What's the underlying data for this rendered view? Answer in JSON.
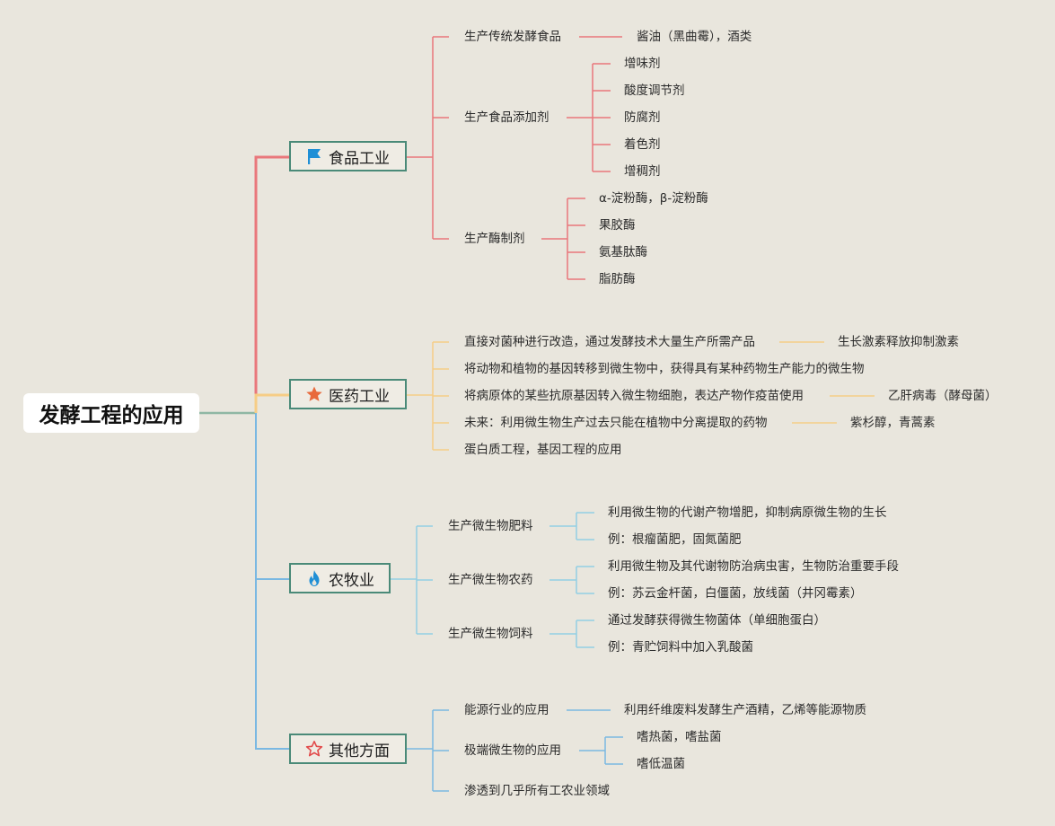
{
  "root": {
    "title": "发酵工程的应用"
  },
  "categories": [
    {
      "title": "食品工业",
      "icon": "flag-icon",
      "color": "#e9777b",
      "branches": [
        {
          "label": "生产传统发酵食品",
          "children": [
            "酱油（黑曲霉），酒类"
          ]
        },
        {
          "label": "生产食品添加剂",
          "children": [
            "增味剂",
            "酸度调节剂",
            "防腐剂",
            "着色剂",
            "增稠剂"
          ]
        },
        {
          "label": "生产酶制剂",
          "children": [
            "α-淀粉酶，β-淀粉酶",
            "果胶酶",
            "氨基肽酶",
            "脂肪酶"
          ]
        }
      ]
    },
    {
      "title": "医药工业",
      "icon": "star-filled-icon",
      "color": "#f6cd86",
      "branches": [
        {
          "label": "直接对菌种进行改造，通过发酵技术大量生产所需产品",
          "children": [
            "生长激素释放抑制激素"
          ]
        },
        {
          "label": "将动物和植物的基因转移到微生物中，获得具有某种药物生产能力的微生物",
          "children": []
        },
        {
          "label": "将病原体的某些抗原基因转入微生物细胞，表达产物作疫苗使用",
          "children": [
            "乙肝病毒（酵母菌）"
          ]
        },
        {
          "label": "未来：利用微生物生产过去只能在植物中分离提取的药物",
          "children": [
            "紫杉醇，青蒿素"
          ]
        },
        {
          "label": "蛋白质工程，基因工程的应用",
          "children": []
        }
      ]
    },
    {
      "title": "农牧业",
      "icon": "flame-icon",
      "color": "#92cfe3",
      "branches": [
        {
          "label": "生产微生物肥料",
          "children": [
            "利用微生物的代谢产物增肥，抑制病原微生物的生长",
            "例：根瘤菌肥，固氮菌肥"
          ]
        },
        {
          "label": "生产微生物农药",
          "children": [
            "利用微生物及其代谢物防治病虫害，生物防治重要手段",
            "例：苏云金杆菌，白僵菌，放线菌（井冈霉素）"
          ]
        },
        {
          "label": "生产微生物饲料",
          "children": [
            "通过发酵获得微生物菌体（单细胞蛋白）",
            "例：青贮饲料中加入乳酸菌"
          ]
        }
      ]
    },
    {
      "title": "其他方面",
      "icon": "star-outline-icon",
      "color": "#7ab8e2",
      "branches": [
        {
          "label": "能源行业的应用",
          "children": [
            "利用纤维废料发酵生产酒精，乙烯等能源物质"
          ]
        },
        {
          "label": "极端微生物的应用",
          "children": [
            "嗜热菌，嗜盐菌",
            "嗜低温菌"
          ]
        },
        {
          "label": "渗透到几乎所有工农业领域",
          "children": []
        }
      ]
    }
  ]
}
